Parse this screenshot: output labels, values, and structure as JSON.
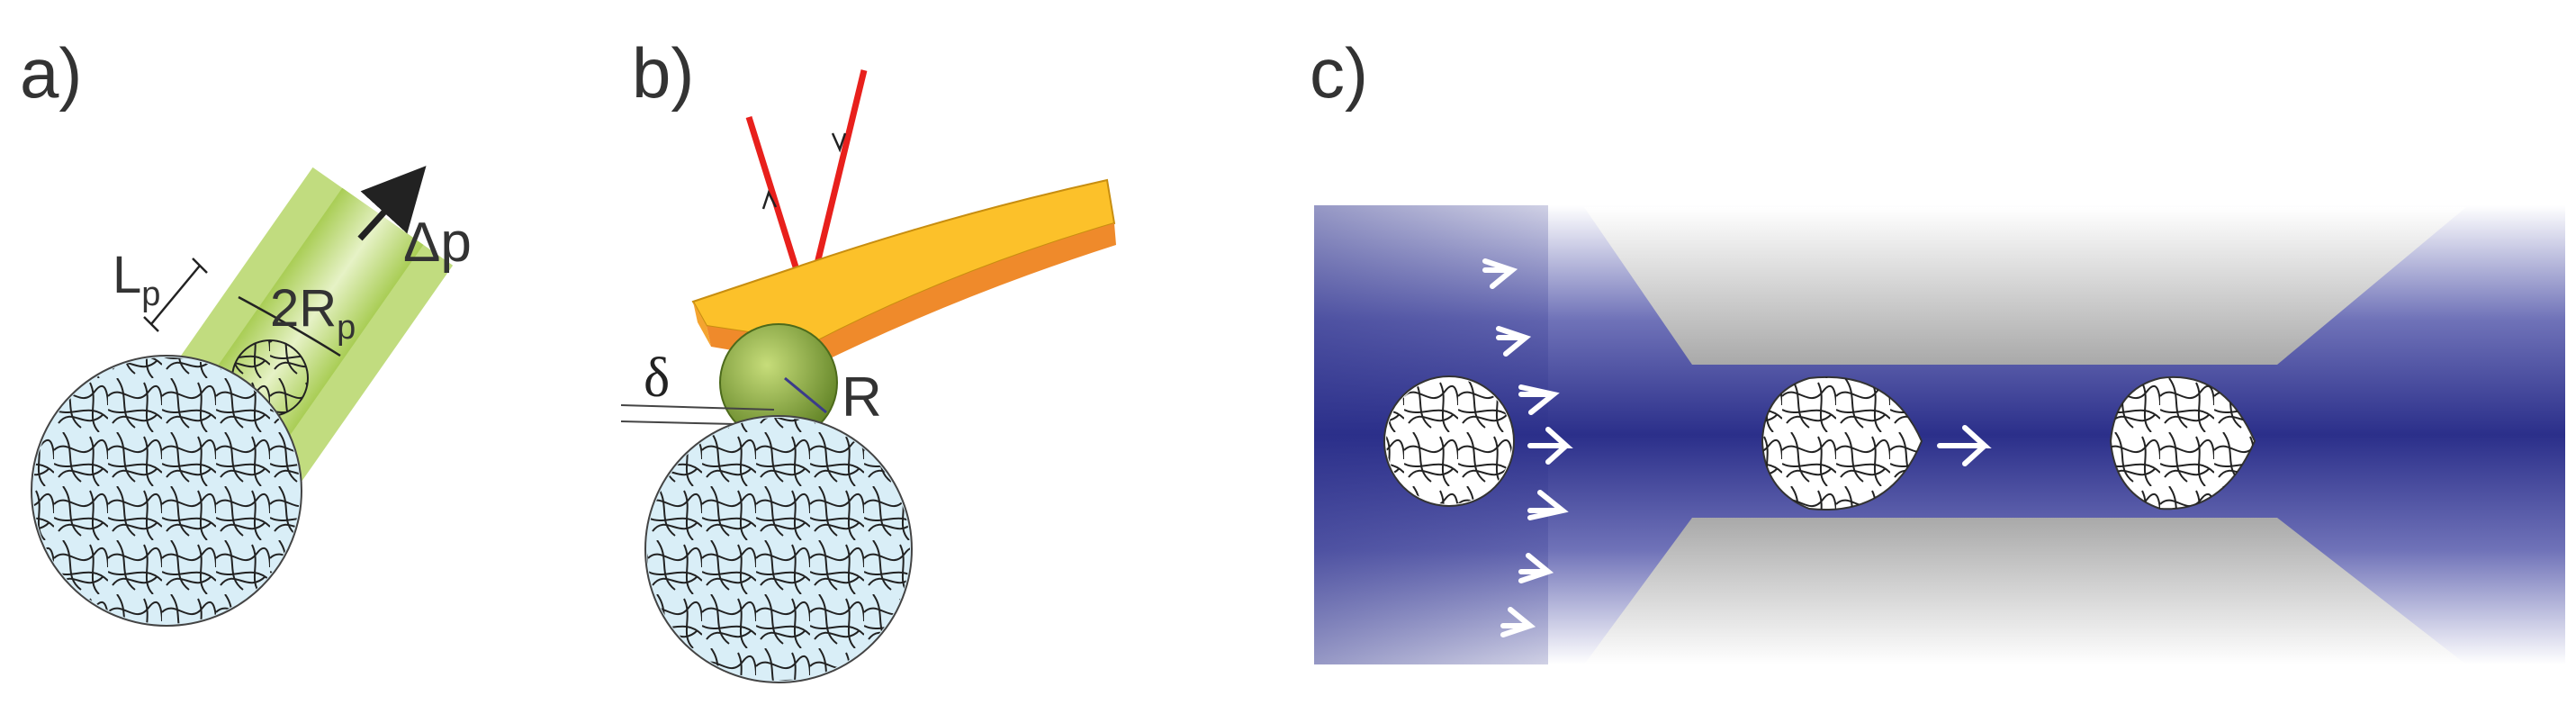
{
  "panels": {
    "a": {
      "label": "a)",
      "L": "L",
      "L_sub": "p",
      "R": "2R",
      "R_sub": "p",
      "dp": "Δp"
    },
    "b": {
      "label": "b)",
      "delta": "δ",
      "R": "R"
    },
    "c": {
      "label": "c)"
    }
  },
  "colors": {
    "micropipette": "#b6d669",
    "cantilever_top": "#fcc12a",
    "cantilever_side": "#ef8a2b",
    "laser": "#e8201c",
    "bead": "#7fa033",
    "cell_fill": "#d9eef7",
    "channel_blue": "#2b2f8a",
    "channel_gray": "#bdbdbd"
  }
}
